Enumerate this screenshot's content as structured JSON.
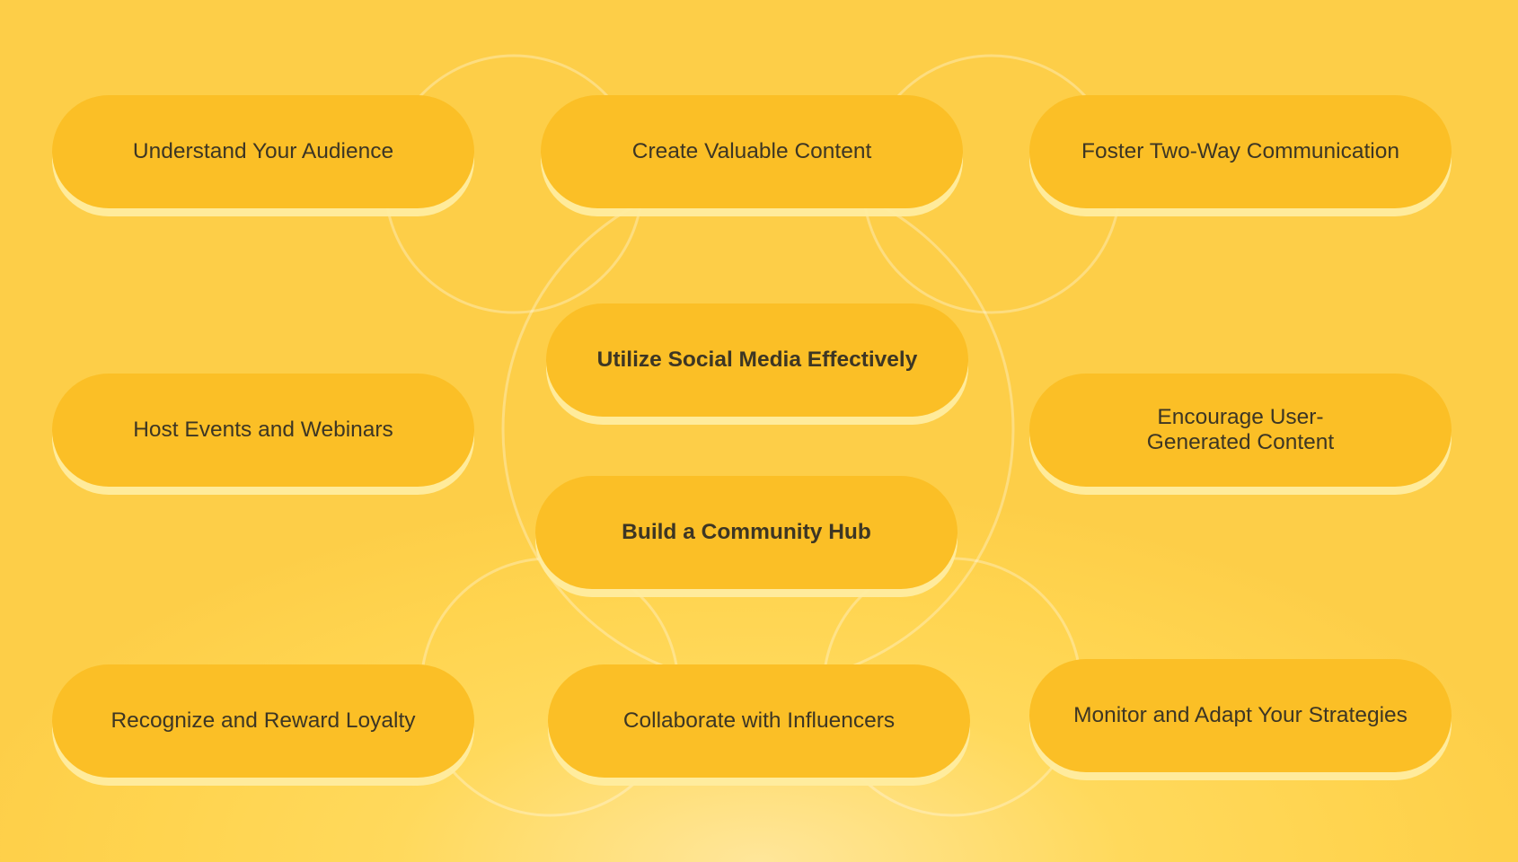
{
  "colors": {
    "background": "#ffd44f",
    "pill_fill": "#fbbf26",
    "pill_shadow": "#ffeca0",
    "text": "#3d3624",
    "ring_stroke": "rgba(255,255,255,0.30)"
  },
  "nodes": [
    {
      "id": "understand-your-audience",
      "label": "Understand Your Audience"
    },
    {
      "id": "create-valuable-content",
      "label": "Create Valuable Content"
    },
    {
      "id": "foster-two-way-communication",
      "label": "Foster Two-Way Communication"
    },
    {
      "id": "utilize-social-media-effectively",
      "label": "Utilize Social Media Effectively"
    },
    {
      "id": "host-events-and-webinars",
      "label": "Host Events and Webinars"
    },
    {
      "id": "encourage-user-generated-content",
      "label": "Encourage User-Generated Content"
    },
    {
      "id": "build-a-community-hub",
      "label": "Build a Community Hub"
    },
    {
      "id": "recognize-and-reward-loyalty",
      "label": "Recognize and Reward Loyalty"
    },
    {
      "id": "collaborate-with-influencers",
      "label": "Collaborate with Influencers"
    },
    {
      "id": "monitor-and-adapt-your-strategies",
      "label": "Monitor and Adapt Your Strategies"
    }
  ]
}
